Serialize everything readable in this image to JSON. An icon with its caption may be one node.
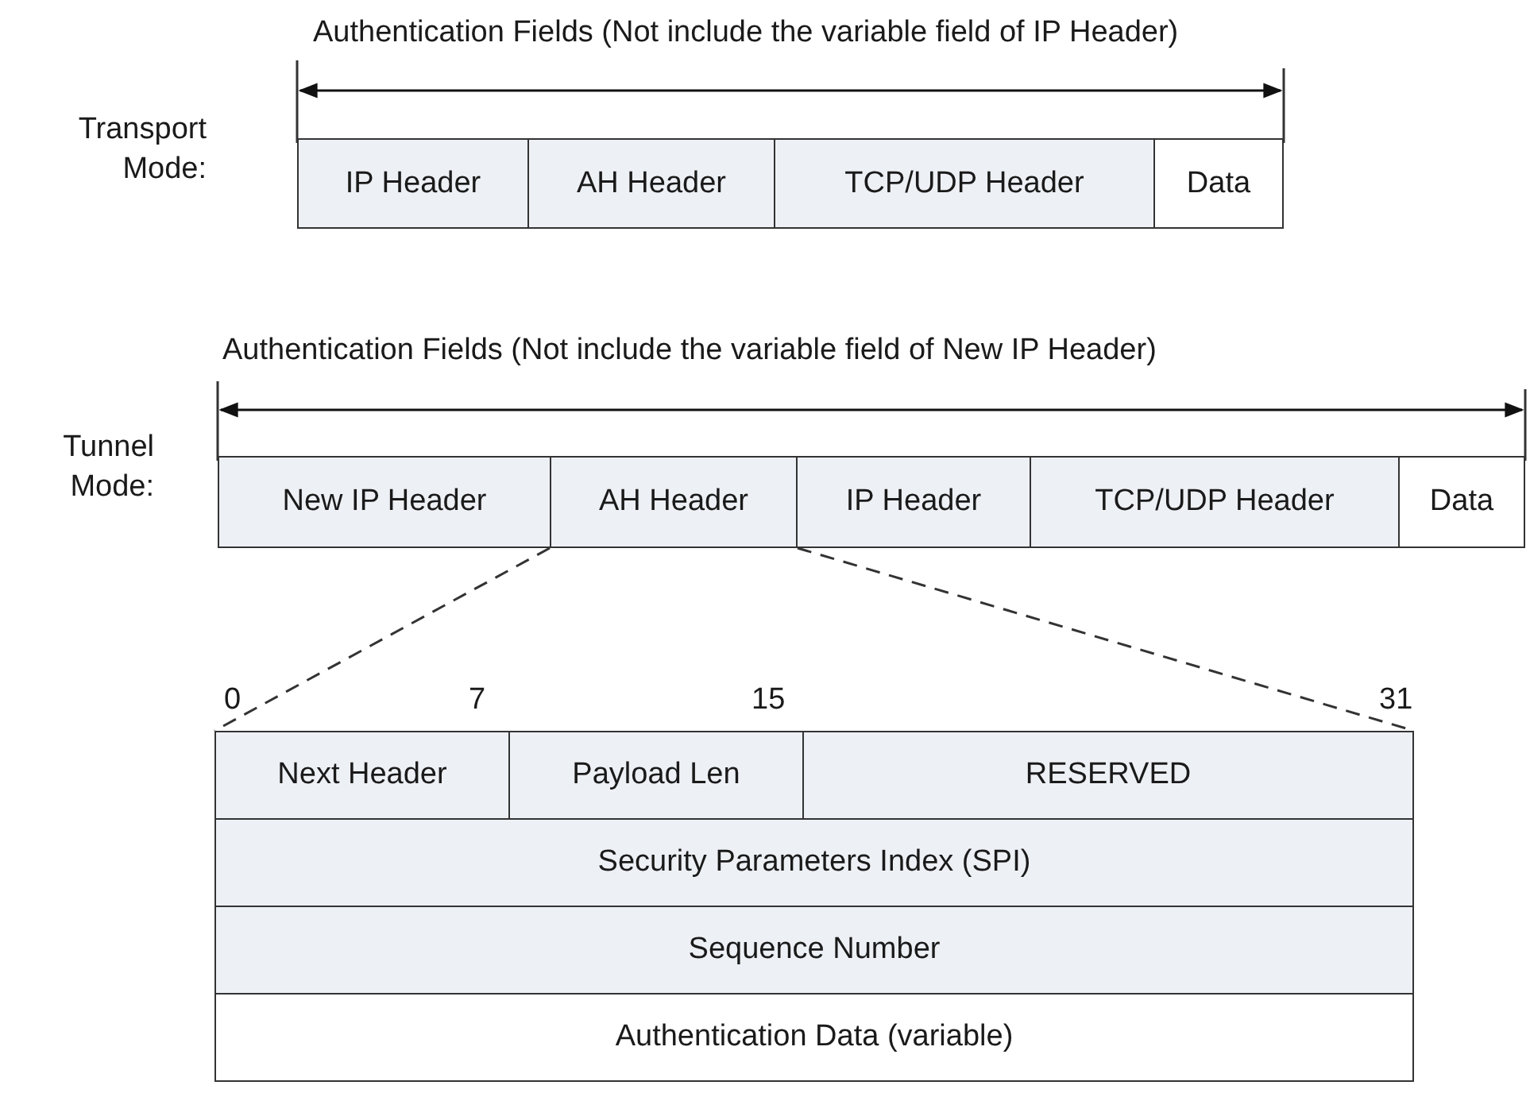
{
  "diagram": {
    "nodes": [
      {
        "text": [
          "IP Header"
        ]
      },
      {
        "text": [
          "AH Header"
        ]
      },
      {
        "text": [
          "TCP/UDP Header"
        ]
      },
      {
        "text": [
          "Data"
        ]
      },
      {
        "text": [
          "New IP Header"
        ]
      },
      {
        "text": [
          "AH Header"
        ]
      },
      {
        "text": [
          "IP Header"
        ]
      },
      {
        "text": [
          "TCP/UDP Header"
        ]
      },
      {
        "text": [
          "Data"
        ]
      },
      {
        "text": [
          "Next Header"
        ]
      },
      {
        "text": [
          "Payload Len"
        ]
      },
      {
        "text": [
          "RESERVED"
        ]
      },
      {
        "text": [
          "Security Parameters Index (SPI)"
        ]
      },
      {
        "text": [
          "Sequence Number"
        ]
      },
      {
        "text": [
          "Authentication Data (variable)"
        ]
      }
    ],
    "edges": [
      {
        "from": 5,
        "to": 9,
        "arrow": "none",
        "style": "dashed"
      },
      {
        "from": 5,
        "to": 11,
        "arrow": "none",
        "style": "dashed"
      }
    ],
    "labels": [
      "Authentication Fields (Not include the variable field of IP Header)",
      "Transport Mode:",
      "Authentication Fields (Not include the variable field of New IP Header)",
      "Tunnel Mode:",
      "0",
      "7",
      "15",
      "31"
    ]
  }
}
